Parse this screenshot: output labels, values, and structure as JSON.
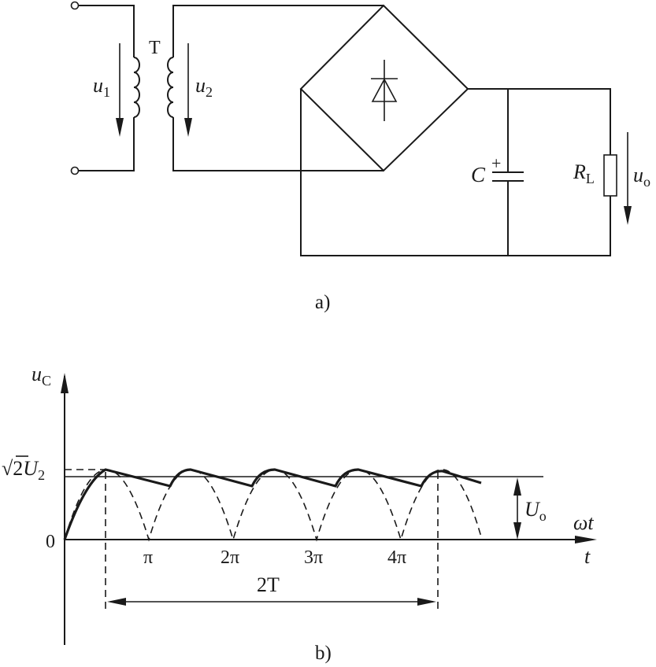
{
  "figure_a": {
    "caption": "a)",
    "transformer": "T",
    "u1": {
      "main": "u",
      "sub": "1"
    },
    "u2": {
      "main": "u",
      "sub": "2"
    },
    "capacitor": "C",
    "capacitor_polarity": "+",
    "load": {
      "main": "R",
      "sub": "L"
    },
    "output": {
      "main": "u",
      "sub": "o"
    }
  },
  "figure_b": {
    "caption": "b)",
    "y_axis": {
      "main": "u",
      "sub": "C"
    },
    "x_axis_top": "ωt",
    "x_axis_bottom": "t",
    "origin": "0",
    "peak": {
      "sqrt": "√",
      "two": "2",
      "main": "U",
      "sub": "2"
    },
    "ticks": [
      "π",
      "2π",
      "3π",
      "4π"
    ],
    "uo": {
      "main": "U",
      "sub": "o"
    },
    "period": "2T"
  }
}
